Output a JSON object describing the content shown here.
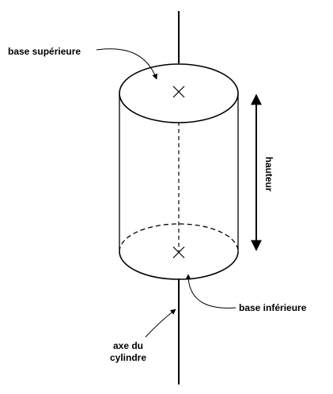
{
  "labels": {
    "top_base": "base supérieure",
    "bottom_base": "base inférieure",
    "height": "hauteur",
    "axis_line1": "axe du",
    "axis_line2": "cylindre"
  }
}
